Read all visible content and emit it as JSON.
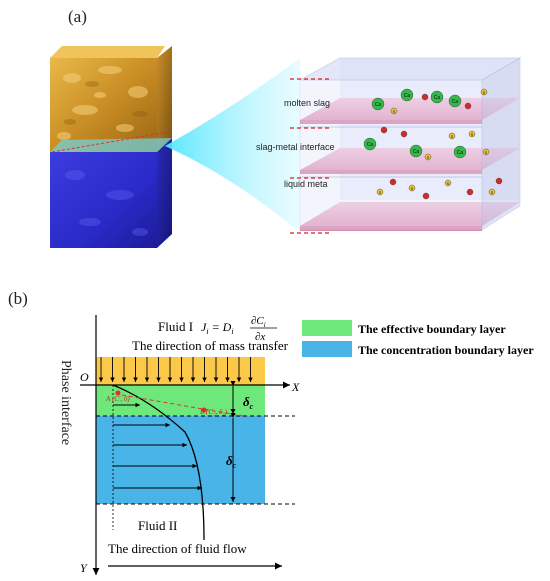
{
  "panel_a": {
    "label": "(a)",
    "layers": [
      "molten slag",
      "slag-metal interface",
      "liquid meta"
    ],
    "particles": [
      {
        "symbol": "Ca",
        "color": "#35b84a"
      },
      {
        "symbol": "S",
        "color": "#e8c23a"
      },
      {
        "symbol": "O",
        "color": "#d42a2a"
      }
    ]
  },
  "panel_b": {
    "label": "(b)",
    "fluid_top": "Fluid I",
    "equation": {
      "lhs": "J",
      "sub_i": "i",
      "eq": " = D",
      "num": "∂C",
      "den": "∂x"
    },
    "mass_transfer": "The direction of mass transfer",
    "phase_interface": "Phase interface",
    "origin": "O",
    "axis_x": "X",
    "axis_y": "Y",
    "point_a": "A (C′, 0)",
    "point_b": "B (C₂, δ₂)",
    "delta_c_small": "δ",
    "delta_c_large": "δ",
    "delta_sub": "c",
    "fluid_bottom": "Fluid II",
    "flow_direction": "The direction of fluid flow",
    "legend": [
      {
        "label": "The effective boundary layer",
        "color": "#6ee87a"
      },
      {
        "label": "The concentration boundary layer",
        "color": "#48b4e8"
      }
    ],
    "colors": {
      "fluid1": "#fbc84a",
      "effective": "#6ee87a",
      "concentration": "#48b4e8",
      "point": "#e0302a"
    }
  }
}
